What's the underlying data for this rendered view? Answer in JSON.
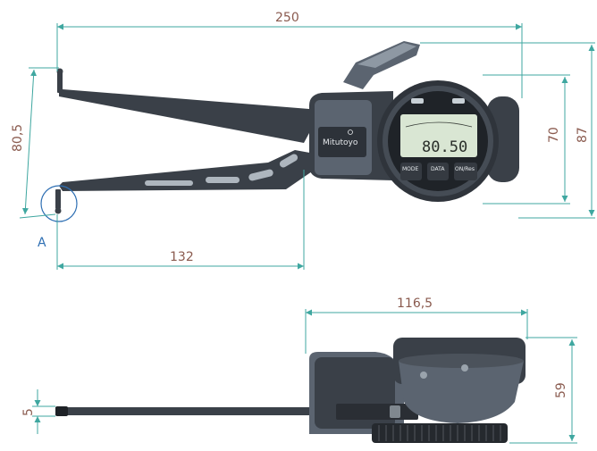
{
  "dimensions": {
    "overall_length": "250",
    "arm_length": "132",
    "jaw_spread": "80,5",
    "height_70": "70",
    "height_87": "87",
    "depth": "116,5",
    "side_height": "59",
    "arm_thickness": "5"
  },
  "labels": {
    "detail_marker": "A"
  },
  "gauge": {
    "brand": "Mitutoyo",
    "reading": "80.50",
    "buttons": [
      "MODE",
      "DATA",
      "ON/Res"
    ]
  },
  "colors": {
    "dimension_line": "#3fa7a0",
    "dimension_text": "#8a5a4e",
    "marker": "#2e6fb3",
    "body": "#3a4048",
    "lcd": "#d9e6d3"
  }
}
